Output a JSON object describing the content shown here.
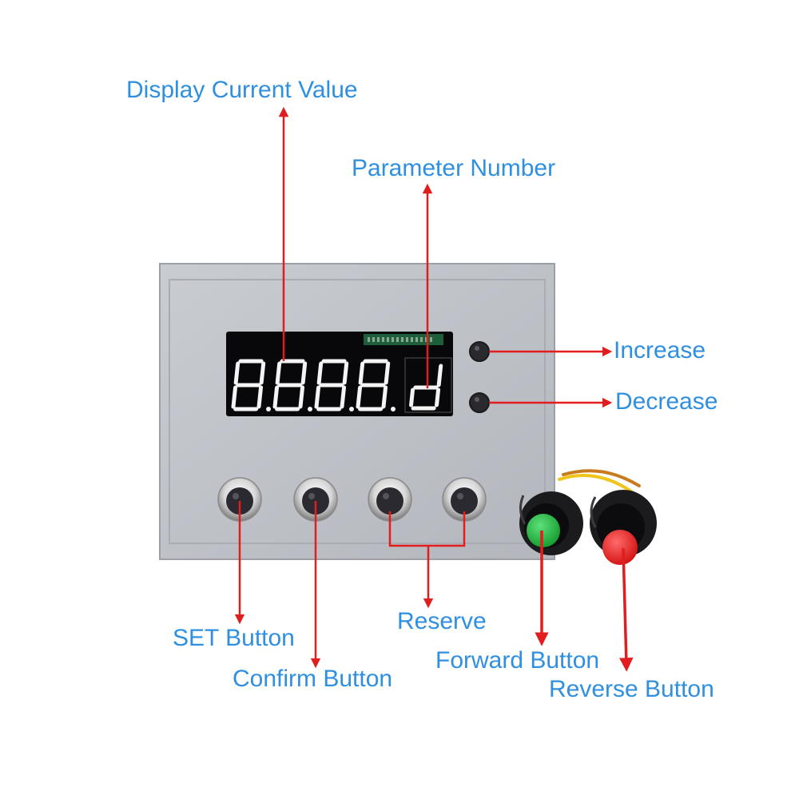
{
  "labels": {
    "display_current_value": "Display Current Value",
    "parameter_number": "Parameter Number",
    "increase": "Increase",
    "decrease": "Decrease",
    "reserve": "Reserve",
    "set_button": "SET Button",
    "confirm_button": "Confirm Button",
    "forward_button": "Forward Button",
    "reverse_button": "Reverse Button"
  },
  "colors": {
    "label_text": "#2f8fe0",
    "arrow": "#e11d1d",
    "panel": "#bfc3c9",
    "display_bg": "#08080a",
    "segment_on": "#ffffff",
    "forward_cap": "#1fae3a",
    "reverse_cap": "#e81818"
  },
  "icons": [
    "push-button-icon",
    "arrow-icon"
  ]
}
